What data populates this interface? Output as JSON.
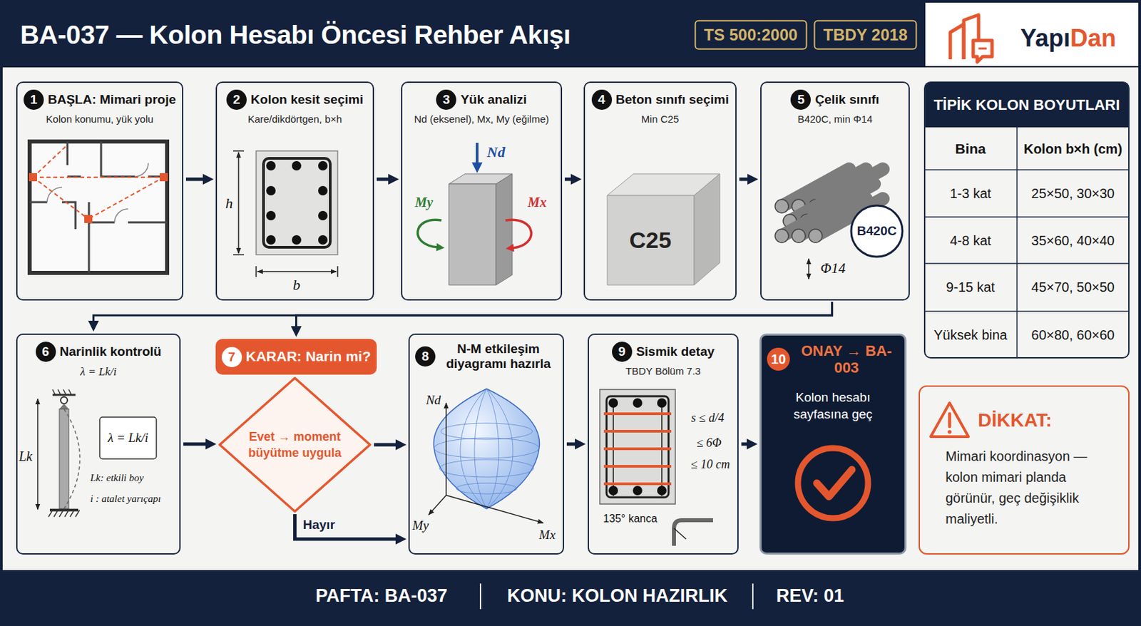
{
  "diagram": {
    "title": "BA-037 — Kolon Hesabı Öncesi Rehber Akışı",
    "nodes": [
      {
        "text": [
          "1",
          "BAŞLA: Mimari proje",
          "Kolon konumu, yük yolu"
        ]
      },
      {
        "text": [
          "2",
          "Kolon kesit seçimi",
          "Kare/dikdörtgen, b×h"
        ]
      },
      {
        "text": [
          "3",
          "Yük analizi",
          "Nd (eksenel), Mx, My (eğilme)"
        ]
      },
      {
        "text": [
          "4",
          "Beton sınıfı seçimi",
          "Min C25"
        ]
      },
      {
        "text": [
          "5",
          "Çelik sınıfı",
          "B420C, min Φ14"
        ]
      },
      {
        "text": [
          "6",
          "Narinlik kontrolü",
          "λ = Lk/i"
        ]
      },
      {
        "text": [
          "7",
          "KARAR: Narin mi?"
        ]
      },
      {
        "text": [
          "Evet → moment büyütme uygula"
        ]
      },
      {
        "text": [
          "8",
          "N-M etkileşim diyagramı hazırla"
        ]
      },
      {
        "text": [
          "9",
          "Sismik detay",
          "TBDY Bölüm 7.3"
        ]
      },
      {
        "text": [
          "10",
          "ONAY → BA-003",
          "Kolon hesabı sayfasına geç"
        ]
      },
      {
        "text": [
          "TİPİK KOLON BOYUTLARI"
        ]
      },
      {
        "text": [
          "DİKKAT:",
          "Mimari koordinasyon — kolon mimari planda görünür, geç değişiklik maliyetli."
        ]
      }
    ],
    "edges": [
      {
        "from": 0,
        "to": 1,
        "arrow": "to"
      },
      {
        "from": 1,
        "to": 2,
        "arrow": "to"
      },
      {
        "from": 2,
        "to": 3,
        "arrow": "to"
      },
      {
        "from": 3,
        "to": 4,
        "arrow": "to"
      },
      {
        "from": 4,
        "to": 5,
        "arrow": "to"
      },
      {
        "from": 4,
        "to": 6,
        "arrow": "to"
      },
      {
        "from": 5,
        "to": 7,
        "arrow": "to"
      },
      {
        "from": 7,
        "to": 8,
        "arrow": "to"
      },
      {
        "from": 7,
        "to": 8,
        "label": "Hayır",
        "arrow": "to"
      },
      {
        "from": 8,
        "to": 9,
        "arrow": "to"
      },
      {
        "from": 9,
        "to": 10,
        "arrow": "to"
      }
    ],
    "labels": [
      "TS 500:2000",
      "TBDY 2018",
      "Yapı",
      "Dan",
      "h",
      "b",
      "Nd",
      "My",
      "Mx",
      "C25",
      "B420C",
      "Φ14",
      "λ = Lk/i",
      "Lk",
      "Lk: etkili boy",
      "i : atalet yarıçapı",
      "Nd",
      "My",
      "Mx",
      "s ≤ d/4",
      "≤ 6Φ",
      "≤ 10 cm",
      "135° kanca",
      "Bina",
      "Kolon b×h (cm)",
      "1-3 kat",
      "25×50, 30×30",
      "4-8 kat",
      "35×60, 40×40",
      "9-15 kat",
      "45×70, 50×50",
      "Yüksek bina",
      "60×80, 60×60",
      "PAFTA: BA-037",
      "KONU: KOLON HAZIRLIK",
      "REV: 01"
    ]
  }
}
